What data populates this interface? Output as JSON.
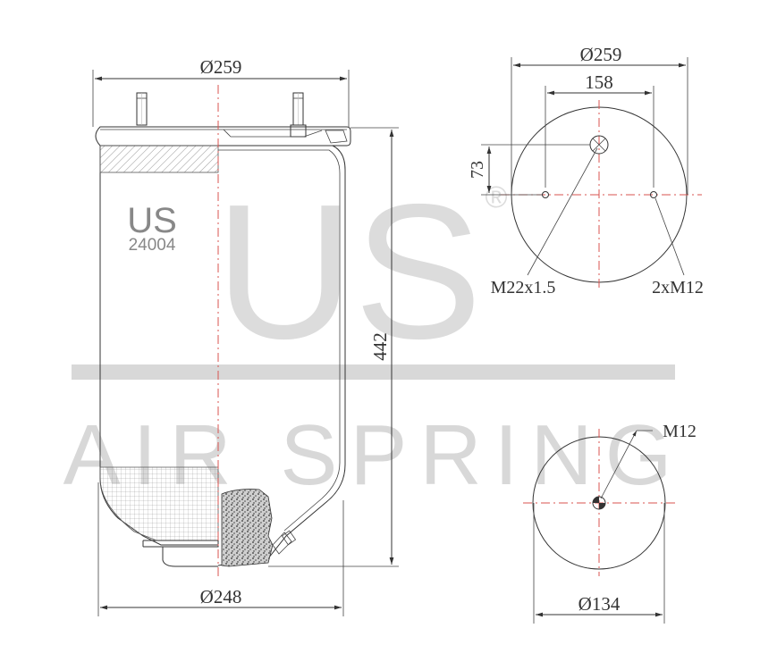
{
  "watermark": {
    "brand": "US",
    "registered": "®",
    "tagline": "AIR SPRING"
  },
  "side_view": {
    "brand_label": "US",
    "part_number": "24004",
    "dimensions": {
      "top_diameter": "Ø259",
      "bottom_diameter": "Ø248",
      "height": "442"
    }
  },
  "top_view": {
    "dimensions": {
      "diameter": "Ø259",
      "bolt_spacing": "158",
      "offset": "73"
    },
    "callouts": {
      "air_fitting": "M22x1.5",
      "studs": "2xM12"
    }
  },
  "bottom_view": {
    "dimensions": {
      "diameter": "Ø134"
    },
    "callouts": {
      "thread": "M12"
    }
  },
  "colors": {
    "line": "#333333",
    "centerline": "#d9534f",
    "watermark": "#d8d8d8",
    "hatch": "#777777"
  }
}
